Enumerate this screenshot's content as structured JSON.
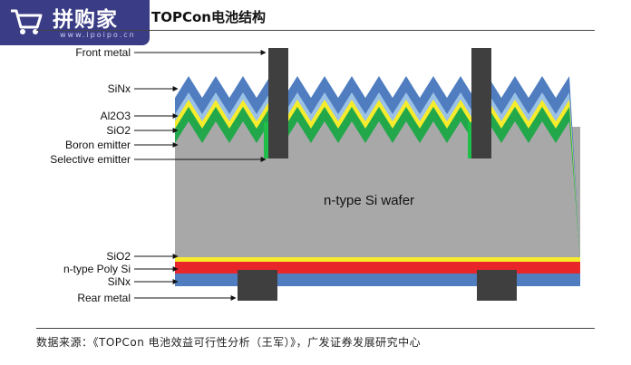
{
  "logo": {
    "main": "拼购家",
    "sub": "www.ipoipo.cn"
  },
  "title": "TOPCon电池结构",
  "source": "数据来源：《TOPCon 电池效益可行性分析（王军）》，广发证券发展研究中心",
  "labels": {
    "front_metal": "Front metal",
    "sinx_top": "SiNx",
    "al2o3": "Al2O3",
    "sio2_top": "SiO2",
    "boron_emitter": "Boron emitter",
    "selective_emitter": "Selective emitter",
    "sio2_bottom": "SiO2",
    "poly_si": "n-type Poly Si",
    "sinx_bottom": "SiNx",
    "rear_metal": "Rear metal",
    "wafer": "n-type Si wafer"
  },
  "colors": {
    "sinx": "#4f7dc0",
    "al2o3": "#9bc2e6",
    "sio2": "#f7ec2c",
    "boron": "#22a84a",
    "wafer": "#a8a8a8",
    "poly_si": "#e8262a",
    "metal": "#3f3f3f"
  }
}
